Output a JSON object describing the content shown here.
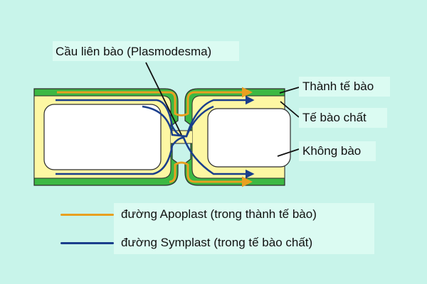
{
  "labels": {
    "plasmodesma": "Cầu liên bào (Plasmodesma)",
    "cell_wall": "Thành tế bào",
    "cytoplasm": "Tế bào chất",
    "vacuole": "Không bào"
  },
  "legend": [
    {
      "text": "đường Apoplast (trong thành tế bào)",
      "color": "#e8a020"
    },
    {
      "text": "đường Symplast (trong tế bào chất)",
      "color": "#1a3e8c"
    }
  ],
  "colors": {
    "background": "#c8f4ea",
    "cell_wall": "#3cb843",
    "cytoplasm": "#fdf7a3",
    "vacuole": "#ffffff",
    "outline": "#2c2c2c",
    "apoplast": "#e8a020",
    "symplast": "#1a3e8c"
  }
}
